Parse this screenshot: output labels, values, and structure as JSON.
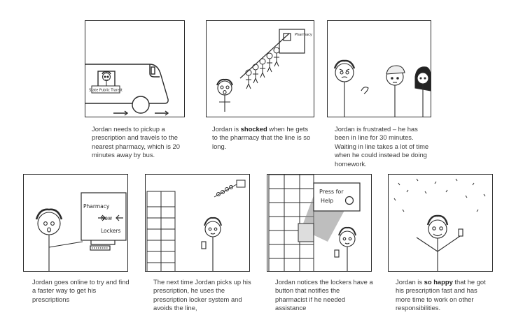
{
  "panels": [
    {
      "caption": [
        "Jordan needs to pickup a prescription and travels to the nearest pharmacy, which is 20 minutes away by bus."
      ],
      "sign_text": "State Public Transit"
    },
    {
      "caption_before": "Jordan is ",
      "caption_bold": "shocked",
      "caption_after": " when he gets to the pharmacy that the line is so long.",
      "sign_text": "Pharmacy"
    },
    {
      "caption": [
        "Jordan is frustrated – he has been in line for 30 minutes. Waiting in line takes a lot of time when he could instead be doing homework."
      ]
    },
    {
      "caption": [
        "Jordan goes online to try and find a faster way to get his prescriptions"
      ],
      "screen_line1": "Pharmacy",
      "screen_line2": "New",
      "screen_line3": "Lockers"
    },
    {
      "caption": [
        "The next time Jordan picks up his prescription, he uses the prescription locker system and avoids the line,"
      ]
    },
    {
      "caption": [
        "Jordan notices the lockers have a button that notifies the pharmacist if he needed assistance"
      ],
      "button_line1": "Press for",
      "button_line2": "Help"
    },
    {
      "caption_before": "Jordan is ",
      "caption_bold": "so happy",
      "caption_after": " that he got his prescription fast and has more time to work on other responsibilities."
    }
  ]
}
